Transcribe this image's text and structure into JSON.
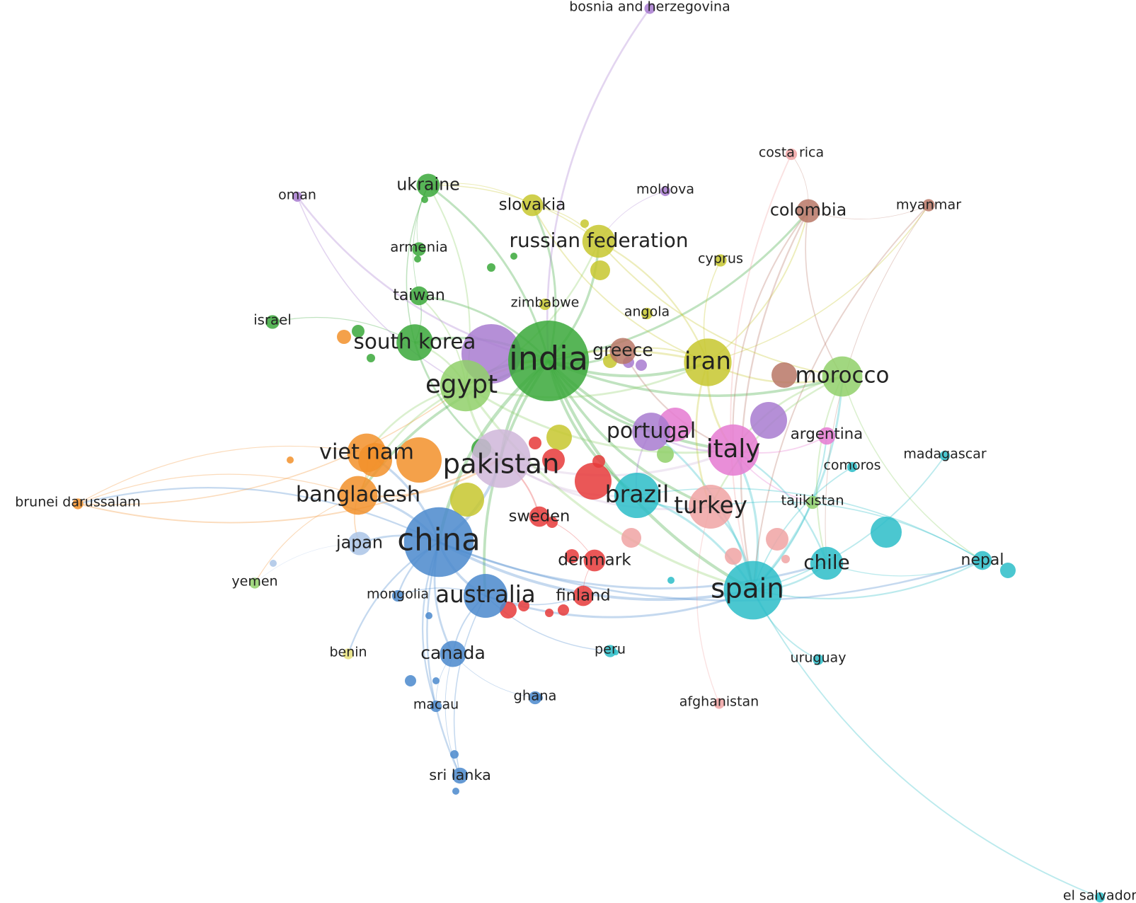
{
  "colors": {
    "background": "#ffffff",
    "clusters": {
      "red": "#e63a3a",
      "green": "#3aa83a",
      "blue": "#4a88cc",
      "yellow": "#c7c72e",
      "purple": "#a87bd0",
      "cyan": "#2bbdc8",
      "orange": "#f2902a",
      "brown": "#b87766",
      "pink": "#e57ad1",
      "lightgreen": "#90d06a",
      "salmon": "#f0a3a3",
      "lightblue": "#aac4e6",
      "lightpurple": "#cfb6d9",
      "lightyellow": "#e6e07a"
    }
  },
  "nodes": [
    {
      "label": "bosnia and herzegovina",
      "weight": 0.5,
      "cluster": "purple"
    },
    {
      "label": "costa rica",
      "weight": 0.6,
      "cluster": "salmon"
    },
    {
      "label": "oman",
      "weight": 0.4,
      "cluster": "purple"
    },
    {
      "label": "ukraine",
      "weight": 2.2,
      "cluster": "green"
    },
    {
      "label": "slovakia",
      "weight": 2.0,
      "cluster": "yellow"
    },
    {
      "label": "moldova",
      "weight": 0.4,
      "cluster": "purple"
    },
    {
      "label": "colombia",
      "weight": 2.2,
      "cluster": "brown"
    },
    {
      "label": "myanmar",
      "weight": 0.7,
      "cluster": "brown"
    },
    {
      "label": "armenia",
      "weight": 0.9,
      "cluster": "green"
    },
    {
      "label": "russian federation",
      "weight": 3.5,
      "cluster": "yellow"
    },
    {
      "label": "cyprus",
      "weight": 0.7,
      "cluster": "yellow"
    },
    {
      "label": "taiwan",
      "weight": 1.6,
      "cluster": "green"
    },
    {
      "label": "zimbabwe",
      "weight": 0.6,
      "cluster": "yellow"
    },
    {
      "label": "angola",
      "weight": 0.6,
      "cluster": "yellow"
    },
    {
      "label": "israel",
      "weight": 0.9,
      "cluster": "green"
    },
    {
      "label": "south korea",
      "weight": 4.0,
      "cluster": "green"
    },
    {
      "label": "india",
      "weight": 10.0,
      "cluster": "green"
    },
    {
      "label": "greece",
      "weight": 2.6,
      "cluster": "brown"
    },
    {
      "label": "iran",
      "weight": 5.5,
      "cluster": "yellow"
    },
    {
      "label": "morocco",
      "weight": 4.5,
      "cluster": "lightgreen"
    },
    {
      "label": "egypt",
      "weight": 6.0,
      "cluster": "lightgreen"
    },
    {
      "label": "portugal",
      "weight": 4.2,
      "cluster": "purple"
    },
    {
      "label": "italy",
      "weight": 6.0,
      "cluster": "pink"
    },
    {
      "label": "argentina",
      "weight": 1.4,
      "cluster": "pink"
    },
    {
      "label": "madagascar",
      "weight": 0.4,
      "cluster": "cyan"
    },
    {
      "label": "viet nam",
      "weight": 4.3,
      "cluster": "orange"
    },
    {
      "label": "pakistan",
      "weight": 7.0,
      "cluster": "lightpurple"
    },
    {
      "label": "comoros",
      "weight": 0.4,
      "cluster": "cyan"
    },
    {
      "label": "bangladesh",
      "weight": 4.3,
      "cluster": "orange"
    },
    {
      "label": "brazil",
      "weight": 5.2,
      "cluster": "cyan"
    },
    {
      "label": "turkey",
      "weight": 5.0,
      "cluster": "salmon"
    },
    {
      "label": "tajikistan",
      "weight": 0.8,
      "cluster": "lightgreen"
    },
    {
      "label": "brunei darussalam",
      "weight": 0.5,
      "cluster": "orange"
    },
    {
      "label": "sweden",
      "weight": 1.8,
      "cluster": "red"
    },
    {
      "label": "japan",
      "weight": 2.2,
      "cluster": "lightblue"
    },
    {
      "label": "china",
      "weight": 8.5,
      "cluster": "blue"
    },
    {
      "label": "denmark",
      "weight": 2.0,
      "cluster": "red"
    },
    {
      "label": "chile",
      "weight": 3.5,
      "cluster": "cyan"
    },
    {
      "label": "nepal",
      "weight": 1.6,
      "cluster": "cyan"
    },
    {
      "label": "yemen",
      "weight": 0.5,
      "cluster": "lightgreen"
    },
    {
      "label": "mongolia",
      "weight": 0.6,
      "cluster": "blue"
    },
    {
      "label": "australia",
      "weight": 5.0,
      "cluster": "blue"
    },
    {
      "label": "finland",
      "weight": 1.8,
      "cluster": "red"
    },
    {
      "label": "spain",
      "weight": 7.0,
      "cluster": "cyan"
    },
    {
      "label": "benin",
      "weight": 0.5,
      "cluster": "lightyellow"
    },
    {
      "label": "canada",
      "weight": 2.6,
      "cluster": "blue"
    },
    {
      "label": "peru",
      "weight": 0.7,
      "cluster": "cyan"
    },
    {
      "label": "uruguay",
      "weight": 0.5,
      "cluster": "cyan"
    },
    {
      "label": "ghana",
      "weight": 0.8,
      "cluster": "blue"
    },
    {
      "label": "afghanistan",
      "weight": 0.5,
      "cluster": "salmon"
    },
    {
      "label": "macau",
      "weight": 0.6,
      "cluster": "blue"
    },
    {
      "label": "sri lanka",
      "weight": 1.2,
      "cluster": "blue"
    },
    {
      "label": "el salvador",
      "weight": 0.4,
      "cluster": "cyan"
    }
  ]
}
